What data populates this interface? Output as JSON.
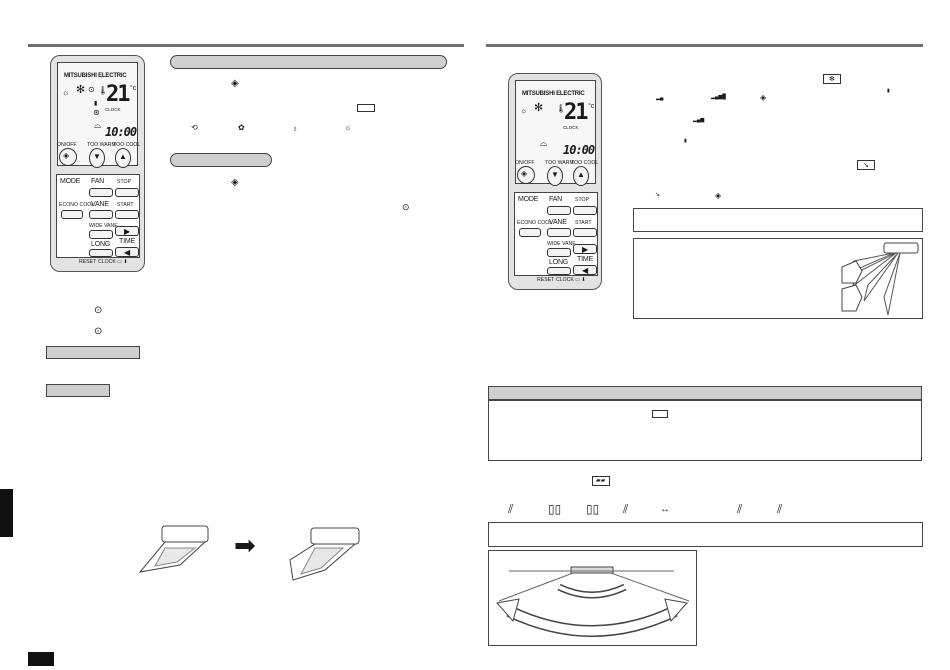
{
  "remote": {
    "brand": "MITSUBISHI ELECTRIC",
    "temperature": "21",
    "temperature_unit": "°c",
    "clock_label": "CLOCK",
    "clock_time": "10:00",
    "onoff_label": "ON/OFF",
    "too_warm_label": "TOO WARM",
    "too_cool_label": "TOO COOL",
    "mode_label": "MODE",
    "fan_label": "FAN",
    "stop_label": "STOP",
    "econo_cool_label": "ECONO COOL",
    "vane_label": "VANE",
    "start_label": "START",
    "wide_vane_label": "WIDE VANE",
    "long_label": "LONG",
    "time_label": "TIME",
    "reset_label": "RESET",
    "clock_btn_label": "CLOCK"
  }
}
